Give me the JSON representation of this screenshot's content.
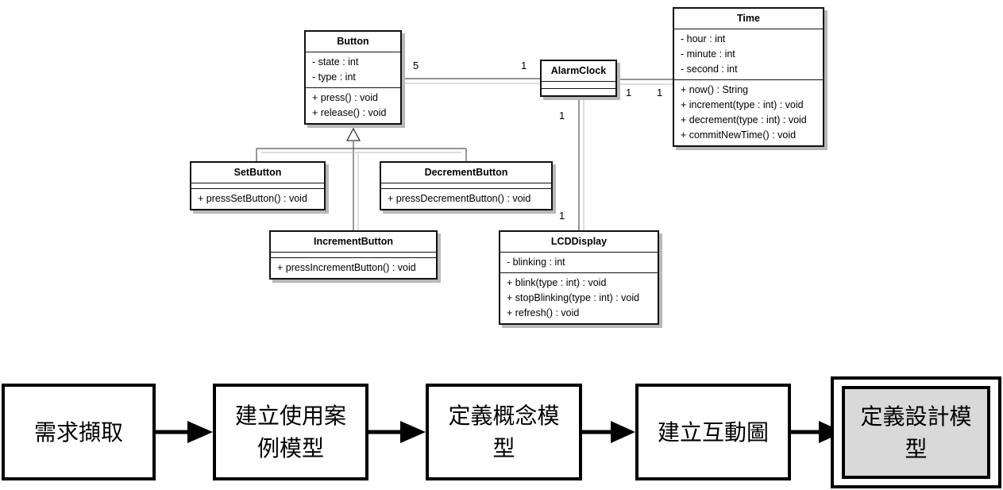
{
  "uml": {
    "classes": {
      "button": {
        "name": "Button",
        "attributes": [
          "- state : int",
          "- type : int"
        ],
        "operations": [
          "+ press() : void",
          "+ release() : void"
        ]
      },
      "alarmclock": {
        "name": "AlarmClock",
        "attributes": [],
        "operations": []
      },
      "time": {
        "name": "Time",
        "attributes": [
          "- hour : int",
          "- minute : int",
          "- second : int"
        ],
        "operations": [
          "+ now() : String",
          "+ increment(type : int) : void",
          "+ decrement(type : int) : void",
          "+ commitNewTime() : void"
        ]
      },
      "setbutton": {
        "name": "SetButton",
        "attributes": [],
        "operations": [
          "+ pressSetButton() : void"
        ]
      },
      "decrementbutton": {
        "name": "DecrementButton",
        "attributes": [],
        "operations": [
          "+ pressDecrementButton() : void"
        ]
      },
      "incrementbutton": {
        "name": "IncrementButton",
        "attributes": [],
        "operations": [
          "+ pressIncrementButton() : void"
        ]
      },
      "lcddisplay": {
        "name": "LCDDisplay",
        "attributes": [
          "- blinking : int"
        ],
        "operations": [
          "+ blink(type : int) : void",
          "+ stopBlinking(type : int) : void",
          "+ refresh() : void"
        ]
      }
    },
    "multiplicities": {
      "button_alarm_button_end": "5",
      "button_alarm_alarm_end": "1",
      "alarm_time_alarm_end": "1",
      "alarm_time_time_end": "1",
      "alarm_lcd_alarm_end": "1",
      "alarm_lcd_lcd_end": "1"
    }
  },
  "process": {
    "steps": [
      {
        "lines": [
          "需求擷取"
        ]
      },
      {
        "lines": [
          "建立使用案",
          "例模型"
        ]
      },
      {
        "lines": [
          "定義概念模",
          "型"
        ]
      },
      {
        "lines": [
          "建立互動圖"
        ]
      },
      {
        "lines": [
          "定義設計模",
          "型"
        ]
      }
    ],
    "highlight_color": "#d9d9d9"
  }
}
